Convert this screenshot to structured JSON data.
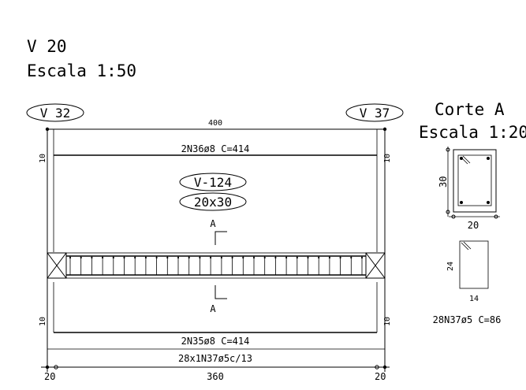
{
  "title": {
    "beam_name": "V 20",
    "scale": "Escala 1:50"
  },
  "supports": {
    "left_tag": "V 32",
    "right_tag": "V 37"
  },
  "beam": {
    "span_total": "400",
    "top_bar": "2N36ø8 C=414",
    "bottom_bar": "2N35ø8 C=414",
    "stirrups": "28x1N37ø5c/13",
    "anchor_left_top": "10",
    "anchor_right_top": "10",
    "anchor_left_bottom": "10",
    "anchor_right_bottom": "10",
    "tag_name": "V-124",
    "tag_size": "20x30",
    "cut_label_top": "A",
    "cut_label_bottom": "A",
    "dim_left": "20",
    "dim_center": "360",
    "dim_right": "20",
    "stirrup_count": 28
  },
  "section": {
    "title": "Corte A",
    "scale": "Escala 1:20",
    "height": "30",
    "width": "20",
    "stirrup_height": "24",
    "stirrup_width": "14",
    "stirrup_label": "28N37ø5 C=86"
  }
}
